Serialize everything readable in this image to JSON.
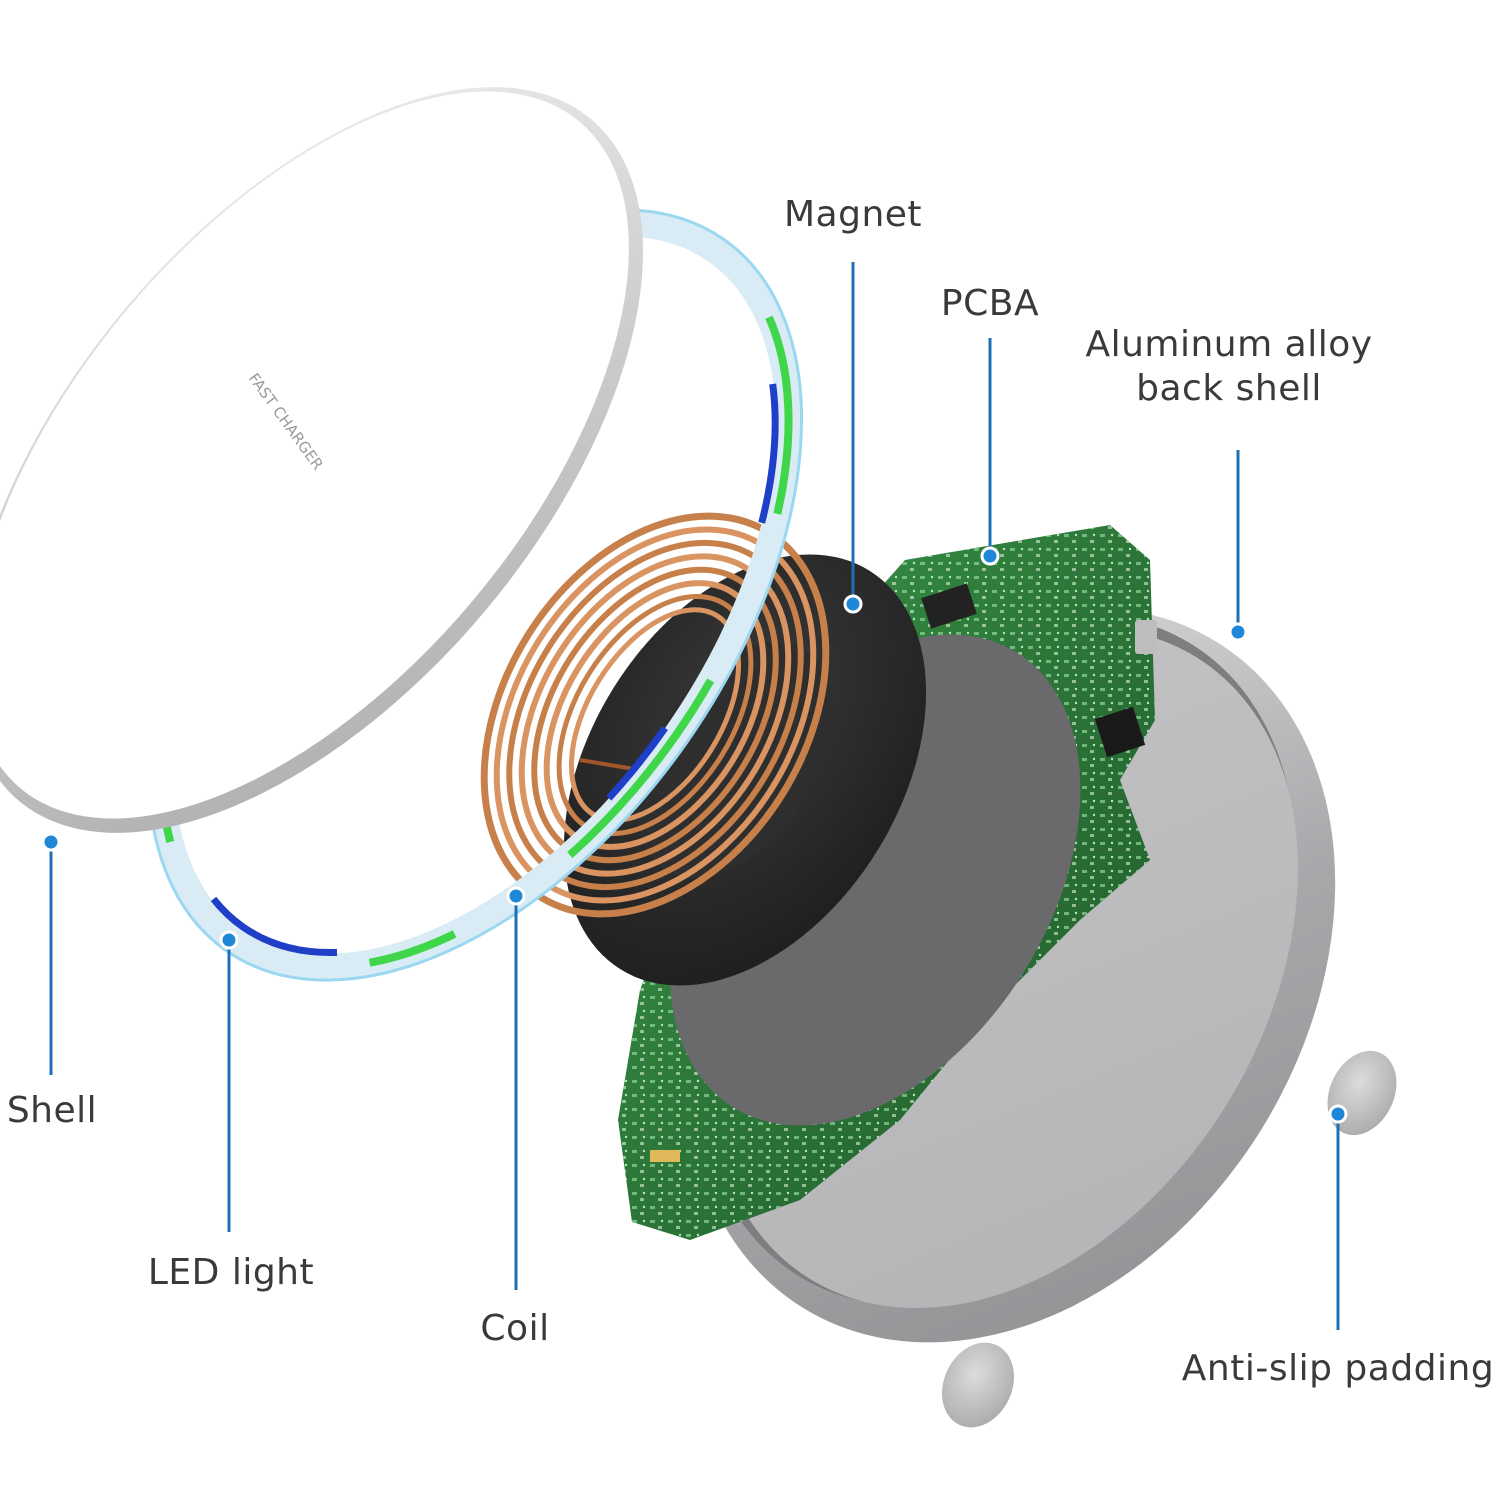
{
  "diagram": {
    "shell_print": "FAST CHARGER",
    "labels": {
      "magnet": "Magnet",
      "pcba": "PCBA",
      "back_shell_line1": "Aluminum alloy",
      "back_shell_line2": "back shell",
      "shell": "Shell",
      "led": "LED light",
      "coil": "Coil",
      "padding": "Anti-slip padding"
    }
  },
  "colors": {
    "leader": "#1e6fb8",
    "dot": "#1e88d6",
    "label_text": "#3a3a3a",
    "pcb_green": "#2f7d3e",
    "coil_copper": "#c8804a",
    "magnet_black": "#2a2a2a",
    "aluminum": "#b9b9bb",
    "led_green": "#3fd64a",
    "led_blue": "#1f3fc8"
  }
}
